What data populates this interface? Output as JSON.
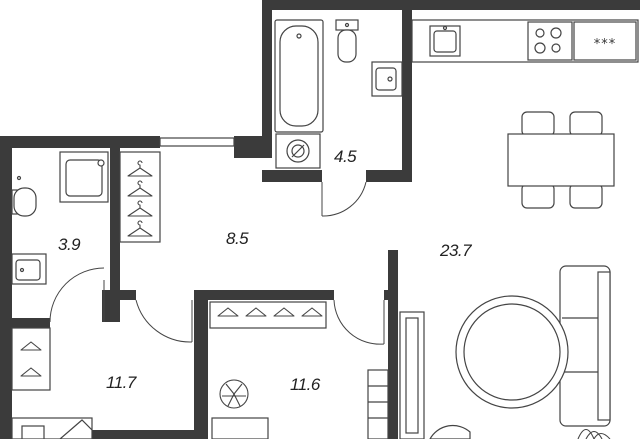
{
  "rooms": [
    {
      "id": "bathroom",
      "area": "4.5"
    },
    {
      "id": "washroom",
      "area": "3.9"
    },
    {
      "id": "hallway",
      "area": "8.5"
    },
    {
      "id": "kitchen-living",
      "area": "23.7"
    },
    {
      "id": "bedroom-left",
      "area": "11.7"
    },
    {
      "id": "bedroom-right",
      "area": "11.6"
    }
  ],
  "stove_marker": "***",
  "colors": {
    "wall": "#3b3b3b",
    "line": "#444444",
    "background": "#ffffff"
  }
}
